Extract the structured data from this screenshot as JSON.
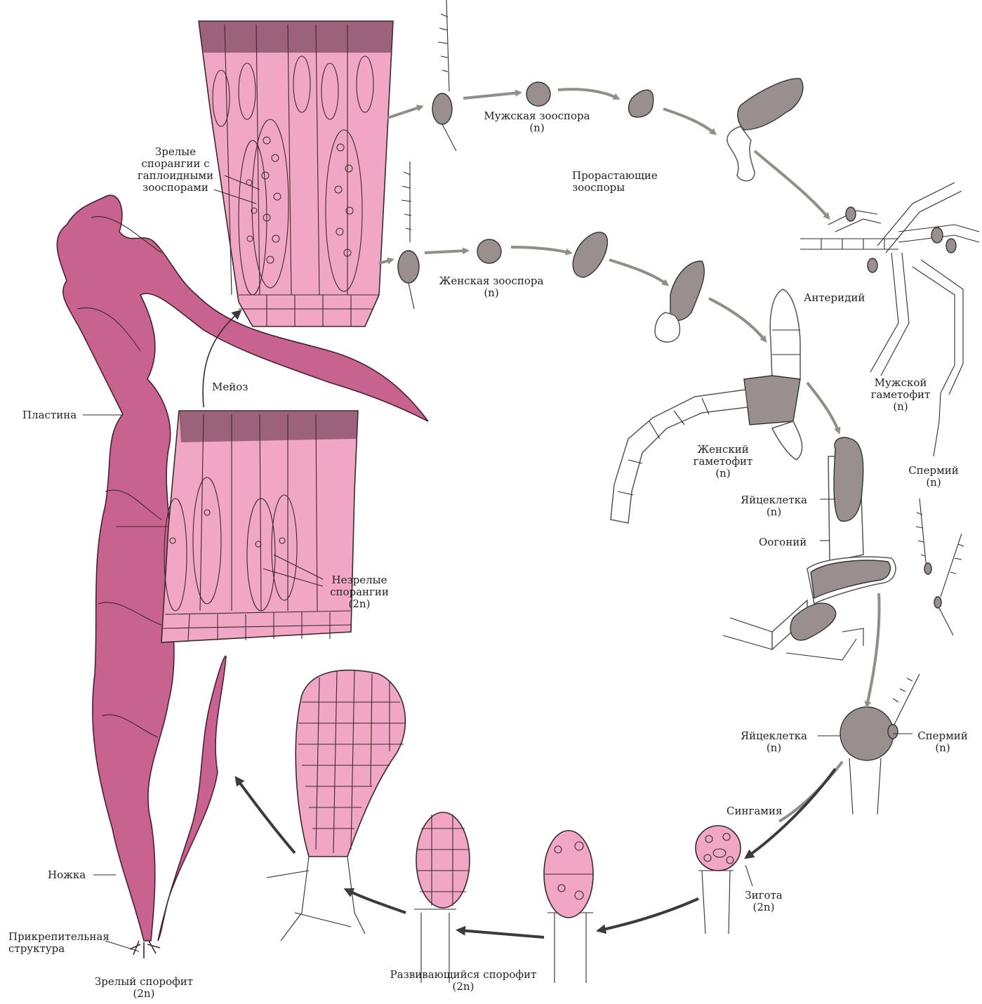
{
  "labels": {
    "mature_sporangia": [
      "Зрелые",
      "спорангии с",
      "гаплоидными",
      "зооспорами"
    ],
    "male_zoospore": "Мужская зооспора",
    "male_zoospore_ploidy": "(n)",
    "germinating_zoospores": [
      "Прорастающие",
      "зооспоры"
    ],
    "female_zoospore": "Женская зооспора",
    "female_zoospore_ploidy": "(n)",
    "antheridium": "Антеридий",
    "meiosis": "Мейоз",
    "blade": "Пластина",
    "male_gametophyte": [
      "Мужской",
      "гаметофит",
      "(n)"
    ],
    "female_gametophyte": [
      "Женский",
      "гаметофит",
      "(n)"
    ],
    "sperm_upper": [
      "Спермий",
      "(n)"
    ],
    "egg_upper": [
      "Яйцеклетка",
      "(n)"
    ],
    "oogonium": "Оогоний",
    "immature_sporangia": [
      "Незрелые",
      "спорангии",
      "(2n)"
    ],
    "egg_lower": [
      "Яйцеклетка",
      "(n)"
    ],
    "sperm_lower": [
      "Спермий",
      "(n)"
    ],
    "syngamy": "Сингамия",
    "zygote": [
      "Зигота",
      "(2n)"
    ],
    "stipe": "Ножка",
    "holdfast": [
      "Прикрепительная",
      "структура"
    ],
    "developing_sporophyte": [
      "Развивающийся спорофит",
      "(2n)"
    ],
    "mature_sporophyte": [
      "Зрелый спорофит",
      "(2n)"
    ]
  },
  "colors": {
    "tissue_pink": "#f0a6c4",
    "kelp_magenta": "#c8628e",
    "arrow_grey": "#8f8f88",
    "arrow_dark": "#3b3b3b",
    "ink": "#3a2a2a"
  },
  "icons": [
    "meiosis-arrow",
    "cycle-arrow",
    "zoospore-cell",
    "gametophyte-filament",
    "kelp-sporophyte"
  ]
}
